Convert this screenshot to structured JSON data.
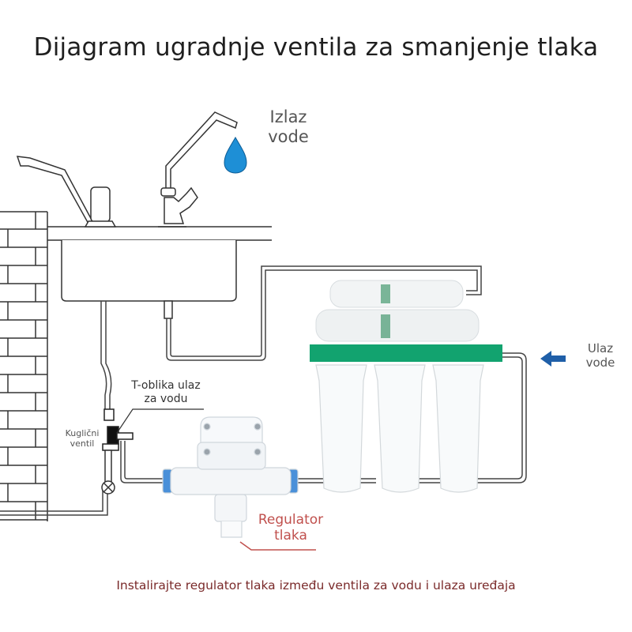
{
  "title": "Dijagram ugradnje ventila za smanjenje tlaka",
  "labels": {
    "water_outlet": "Izlaz vode",
    "water_outlet_line1": "Izlaz",
    "water_outlet_line2": "vode",
    "water_inlet_line1": "Ulaz",
    "water_inlet_line2": "vode",
    "tee_inlet_line1": "T-oblika ulaz",
    "tee_inlet_line2": "za vodu",
    "ball_valve_line1": "Kuglični",
    "ball_valve_line2": "ventil",
    "regulator_line1": "Regulator",
    "regulator_line2": "tlaka"
  },
  "caption": "Instalirajte regulator tlaka između ventila za vodu i ulaza uređaja",
  "icons": {
    "water_drop": "water-drop-icon",
    "inlet_arrow": "arrow-left-icon"
  },
  "colors": {
    "drop": "#1e8fd6",
    "arrow": "#1f5fa8",
    "filter_base": "#12a36f",
    "regulator_label": "#c0504d",
    "caption": "#7a2a2a",
    "fitting_blue": "#4a90d9"
  }
}
